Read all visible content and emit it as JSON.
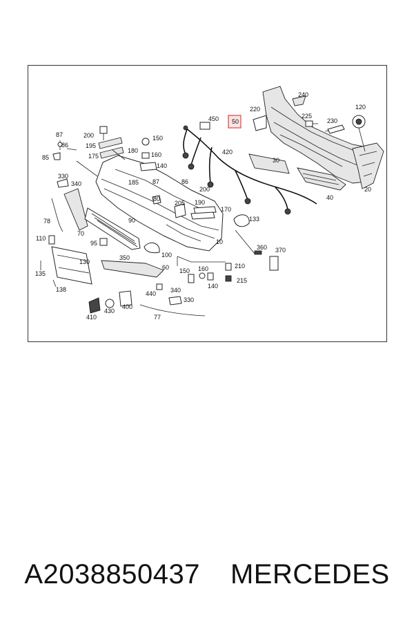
{
  "caption": {
    "part_number": "A2038850437",
    "brand": "MERCEDES"
  },
  "diagram": {
    "highlighted_part": "50",
    "callouts": [
      "240",
      "220",
      "120",
      "450",
      "50",
      "225",
      "230",
      "87",
      "200",
      "150",
      "195",
      "86",
      "175",
      "180",
      "160",
      "140",
      "85",
      "420",
      "30",
      "330",
      "340",
      "185",
      "87",
      "86",
      "200",
      "20",
      "40",
      "80",
      "205",
      "190",
      "170",
      "78",
      "70",
      "90",
      "133",
      "110",
      "95",
      "10",
      "360",
      "370",
      "130",
      "350",
      "100",
      "60",
      "135",
      "150",
      "160",
      "210",
      "215",
      "138",
      "140",
      "440",
      "340",
      "330",
      "410",
      "430",
      "400",
      "77"
    ]
  }
}
